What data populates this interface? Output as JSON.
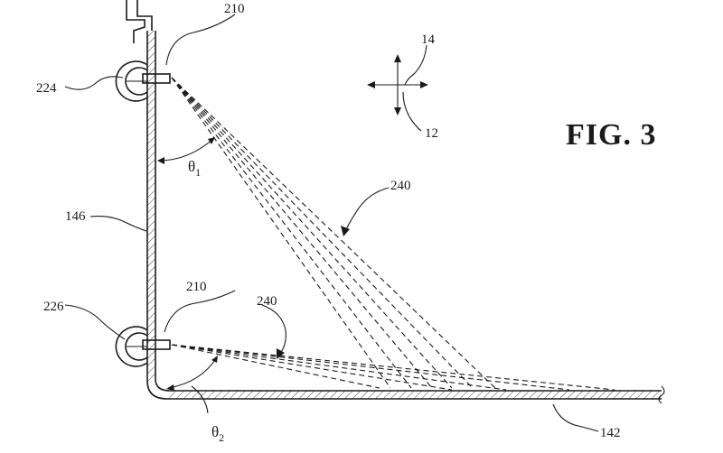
{
  "figure": {
    "title": "FIG. 3",
    "labels": {
      "nozzle_upper": "210",
      "nozzle_lower": "210",
      "mount_upper": "224",
      "mount_lower": "226",
      "wall": "146",
      "floor": "142",
      "spray_upper": "240",
      "spray_lower": "240",
      "direction_a": "14",
      "direction_b": "12",
      "theta1_symbol": "θ",
      "theta1_sub": "1",
      "theta2_symbol": "θ",
      "theta2_sub": "2"
    }
  }
}
